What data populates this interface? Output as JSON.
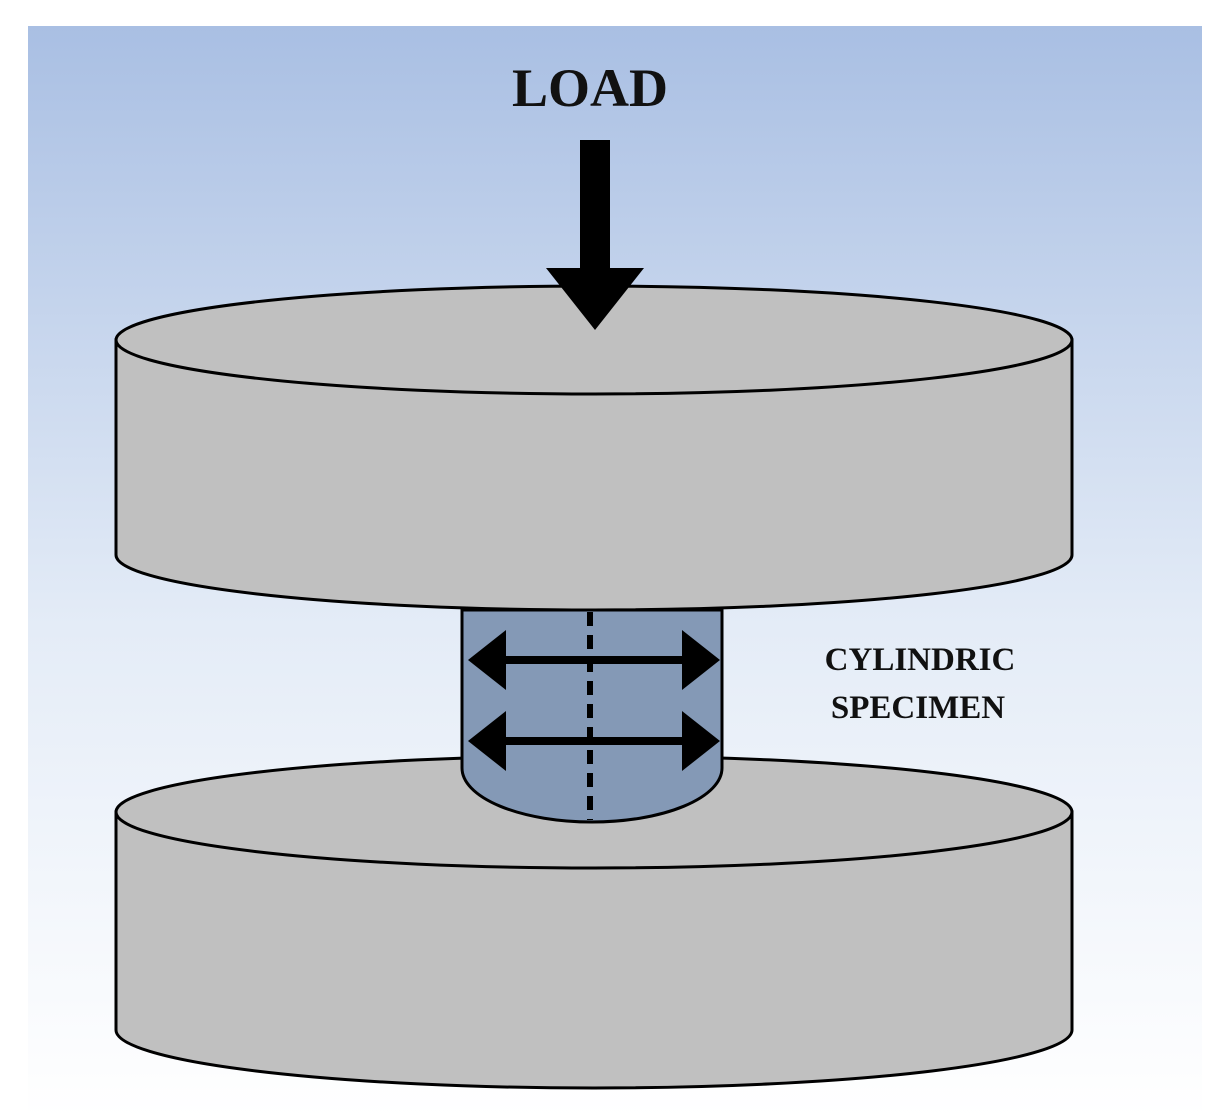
{
  "diagram": {
    "load_label": "LOAD",
    "specimen_label_line1": "CYLINDRIC",
    "specimen_label_line2": "SPECIMEN",
    "colors": {
      "background_top": "#A9BFE3",
      "background_bottom": "#FFFFFF",
      "platen_fill": "#C0C0C0",
      "specimen_fill": "#8499B6",
      "stroke": "#000000"
    }
  }
}
